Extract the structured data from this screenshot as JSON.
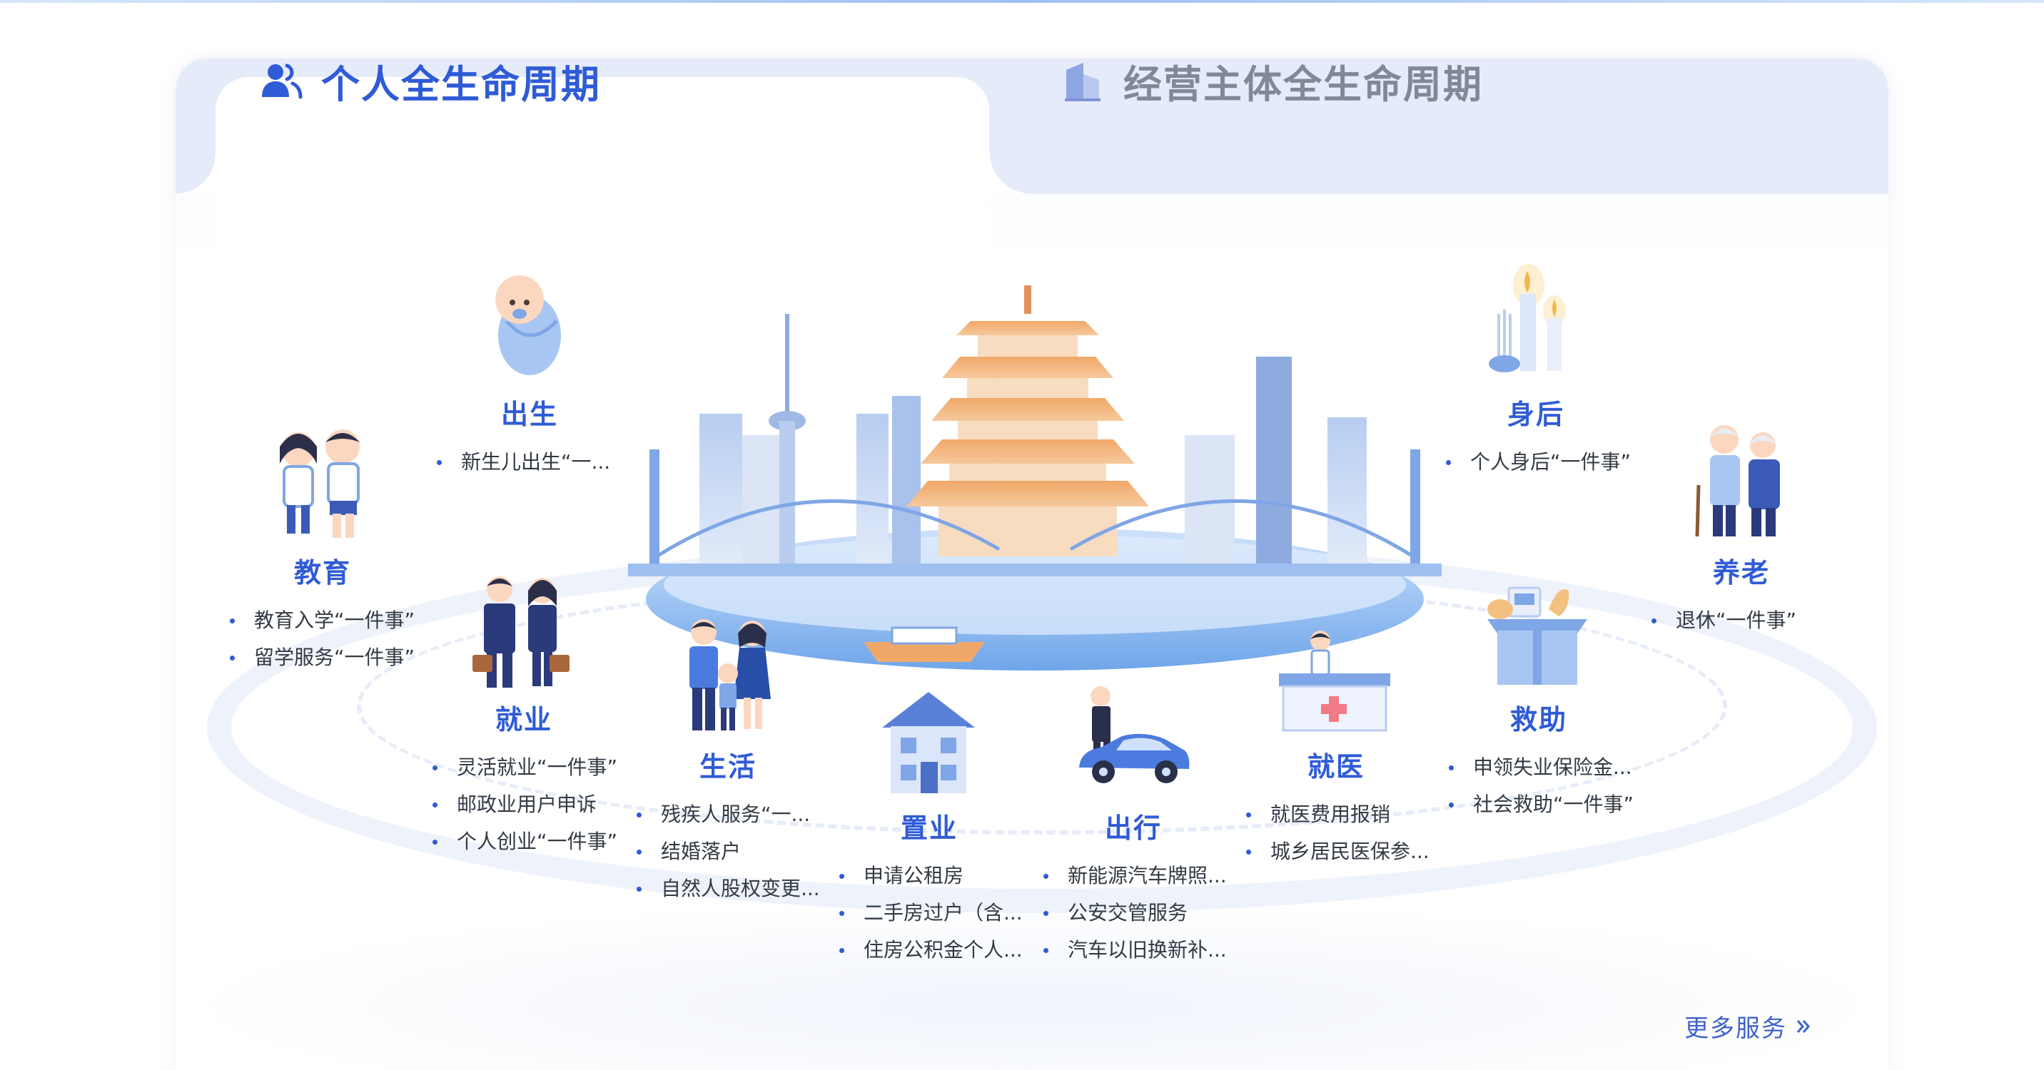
{
  "tabs": {
    "personal": "个人全生命周期",
    "business": "经营主体全生命周期"
  },
  "categories": {
    "birth": {
      "title": "出生",
      "items": [
        "新生儿出生“一..."
      ]
    },
    "education": {
      "title": "教育",
      "items": [
        "教育入学“一件事”",
        "留学服务“一件事”"
      ]
    },
    "employment": {
      "title": "就业",
      "items": [
        "灵活就业“一件事”",
        "邮政业用户申诉",
        "个人创业“一件事”"
      ]
    },
    "life": {
      "title": "生活",
      "items": [
        "残疾人服务“一...",
        "结婚落户",
        "自然人股权变更..."
      ]
    },
    "housing": {
      "title": "置业",
      "items": [
        "申请公租房",
        "二手房过户（含...",
        "住房公积金个人..."
      ]
    },
    "travel": {
      "title": "出行",
      "items": [
        "新能源汽车牌照...",
        "公安交管服务",
        "汽车以旧换新补..."
      ]
    },
    "medical": {
      "title": "就医",
      "items": [
        "就医费用报销",
        "城乡居民医保参..."
      ]
    },
    "assistance": {
      "title": "救助",
      "items": [
        "申领失业保险金...",
        "社会救助“一件事”"
      ]
    },
    "afterlife": {
      "title": "身后",
      "items": [
        "个人身后“一件事”"
      ]
    },
    "retirement": {
      "title": "养老",
      "items": [
        "退休“一件事”"
      ]
    }
  },
  "more_link": "更多服务",
  "icons": {
    "tab_personal": "users-icon",
    "tab_business": "building-icon",
    "more": "double-chevron-right-icon"
  },
  "colors": {
    "accent": "#2f5bd6",
    "tab_inactive": "#808899",
    "tabbar_bg": "#e6ebfa"
  }
}
